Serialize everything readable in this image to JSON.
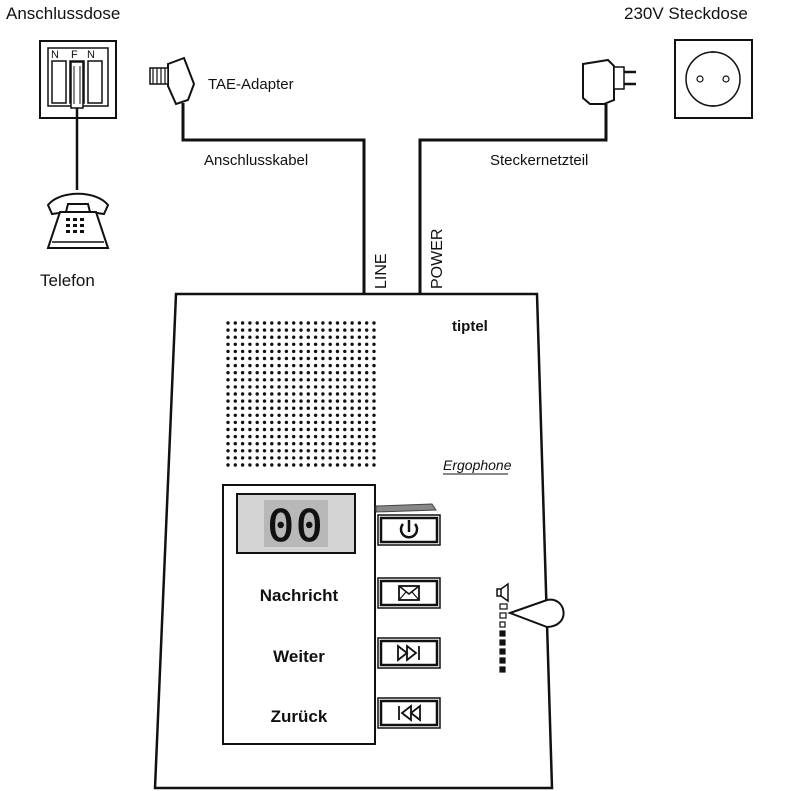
{
  "labels": {
    "wall_socket": "Anschlussdose",
    "power_outlet": "230V  Steckdose",
    "tae_adapter": "TAE-Adapter",
    "telephone": "Telefon",
    "line_cable": "Anschlusskabel",
    "power_supply": "Steckernetzteil",
    "line_port": "LINE",
    "power_port": "POWER"
  },
  "socket": {
    "n_left": "N",
    "f": "F",
    "n_right": "N"
  },
  "device": {
    "brand": "tiptel",
    "model": "Ergophone",
    "display_value": "00",
    "buttons": [
      {
        "label": "",
        "icon": "power-icon"
      },
      {
        "label": "Nachricht",
        "icon": "envelope-icon"
      },
      {
        "label": "Weiter",
        "icon": "fast-forward-icon"
      },
      {
        "label": "Zurück",
        "icon": "rewind-icon"
      }
    ],
    "volume_icon": "speaker-icon"
  }
}
